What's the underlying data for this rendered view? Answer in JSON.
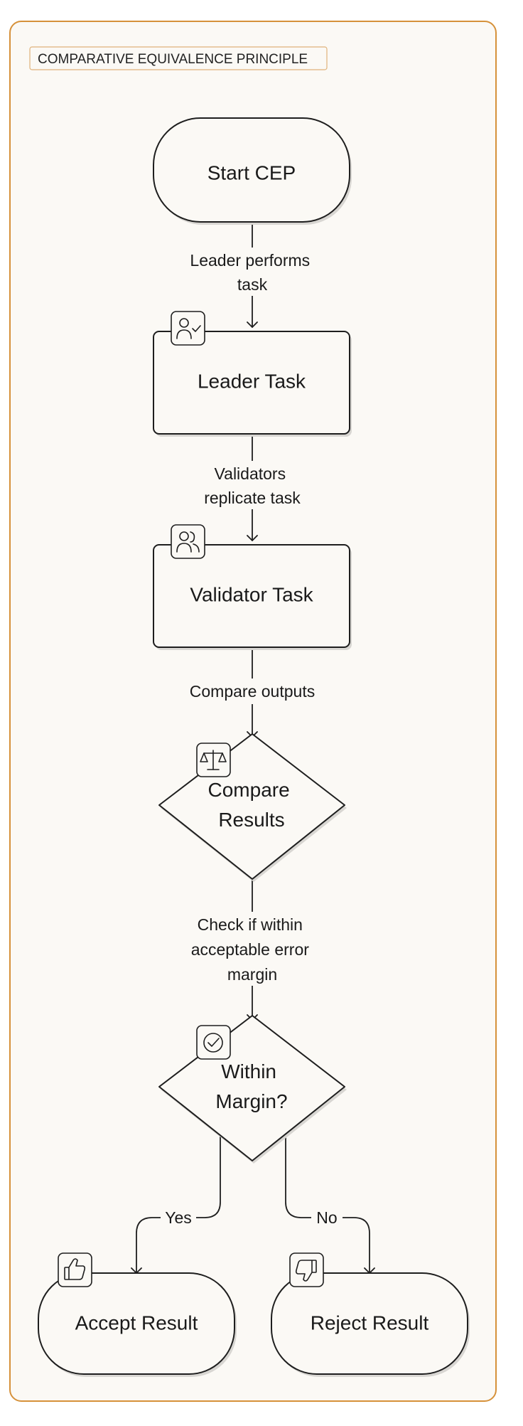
{
  "frame": {
    "title": "COMPARATIVE EQUIVALENCE PRINCIPLE"
  },
  "nodes": {
    "start": {
      "label": "Start CEP"
    },
    "leader_task": {
      "label": "Leader Task",
      "icon": "user-check-icon"
    },
    "validator_task": {
      "label": "Validator Task",
      "icon": "users-icon"
    },
    "compare_results": {
      "label_lines": [
        "Compare",
        "Results"
      ],
      "icon": "scale-icon"
    },
    "within_margin": {
      "label_lines": [
        "Within",
        "Margin?"
      ],
      "icon": "check-circle-icon"
    },
    "accept_result": {
      "label": "Accept Result",
      "icon": "thumbs-up-icon"
    },
    "reject_result": {
      "label": "Reject Result",
      "icon": "thumbs-down-icon"
    }
  },
  "edges": {
    "start_to_leader": {
      "label_lines": [
        "Leader performs",
        "task"
      ]
    },
    "leader_to_validator": {
      "label_lines": [
        "Validators",
        "replicate task"
      ]
    },
    "validator_to_compare": {
      "label_lines": [
        "Compare outputs"
      ]
    },
    "compare_to_margin": {
      "label_lines": [
        "Check if within",
        "acceptable error",
        "margin"
      ]
    },
    "margin_to_accept": {
      "label_lines": [
        "Yes"
      ]
    },
    "margin_to_reject": {
      "label_lines": [
        "No"
      ]
    }
  },
  "colors": {
    "frame_border": "#d6913a",
    "background": "#fbf9f5",
    "stroke": "#1e1e1e"
  }
}
